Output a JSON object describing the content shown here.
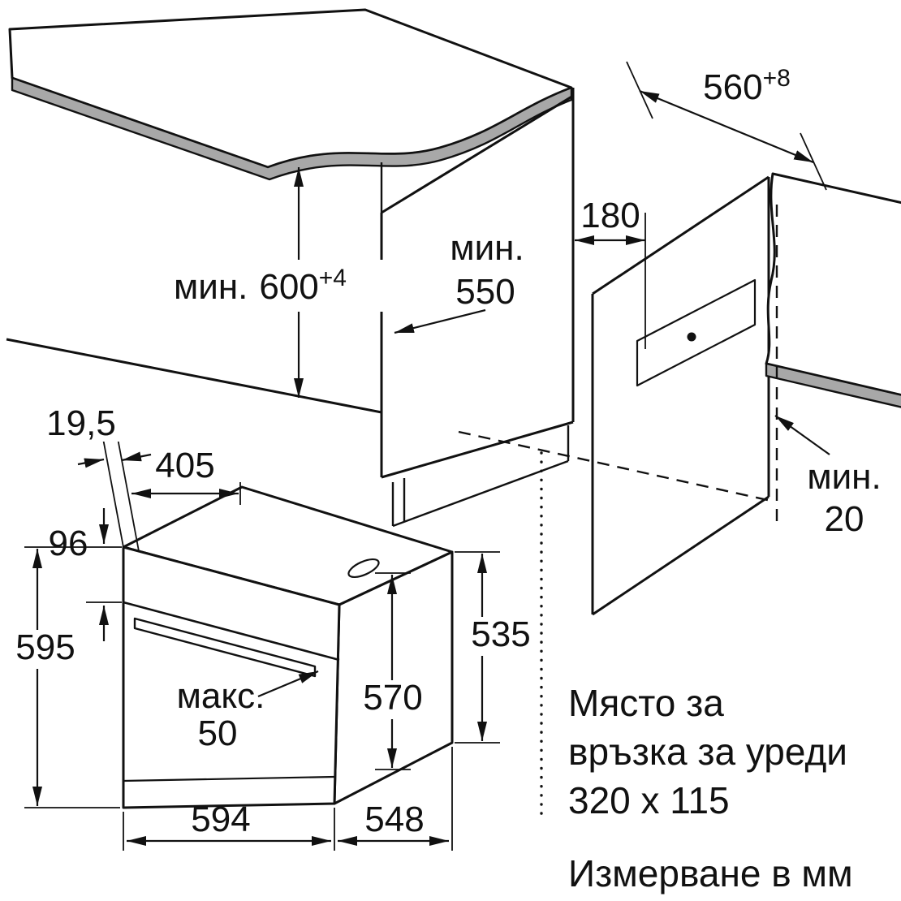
{
  "figure": {
    "type": "appliance installation diagram",
    "subject": "built-in oven niche and cabinet dimensions"
  },
  "dims": {
    "counter_height": {
      "prefix": "мин.",
      "value": "600",
      "tol": "+4"
    },
    "niche_depth": {
      "prefix": "мин.",
      "value": "550"
    },
    "connection_offset": {
      "value": "180"
    },
    "niche_width": {
      "value": "560",
      "tol": "+8"
    },
    "rear_gap": {
      "prefix": "мин.",
      "value": "20"
    },
    "oven_facia_offset": {
      "value": "19,5"
    },
    "oven_top_depth": {
      "value": "405"
    },
    "oven_panel_height": {
      "value": "96"
    },
    "oven_height": {
      "value": "595"
    },
    "oven_side_height": {
      "value": "535"
    },
    "oven_interior_height": {
      "value": "570"
    },
    "handle_clearance": {
      "prefix": "макс.",
      "value": "50"
    },
    "oven_width": {
      "value": "594"
    },
    "oven_depth": {
      "value": "548"
    }
  },
  "notes": {
    "connection_line1": "Място за",
    "connection_line2": "връзка за уреди",
    "connection_line3": "320 x 115",
    "units": "Измерване в мм"
  },
  "colors": {
    "line": "#111111",
    "counter_edge_band": "#a8a8a8",
    "background": "#ffffff"
  }
}
